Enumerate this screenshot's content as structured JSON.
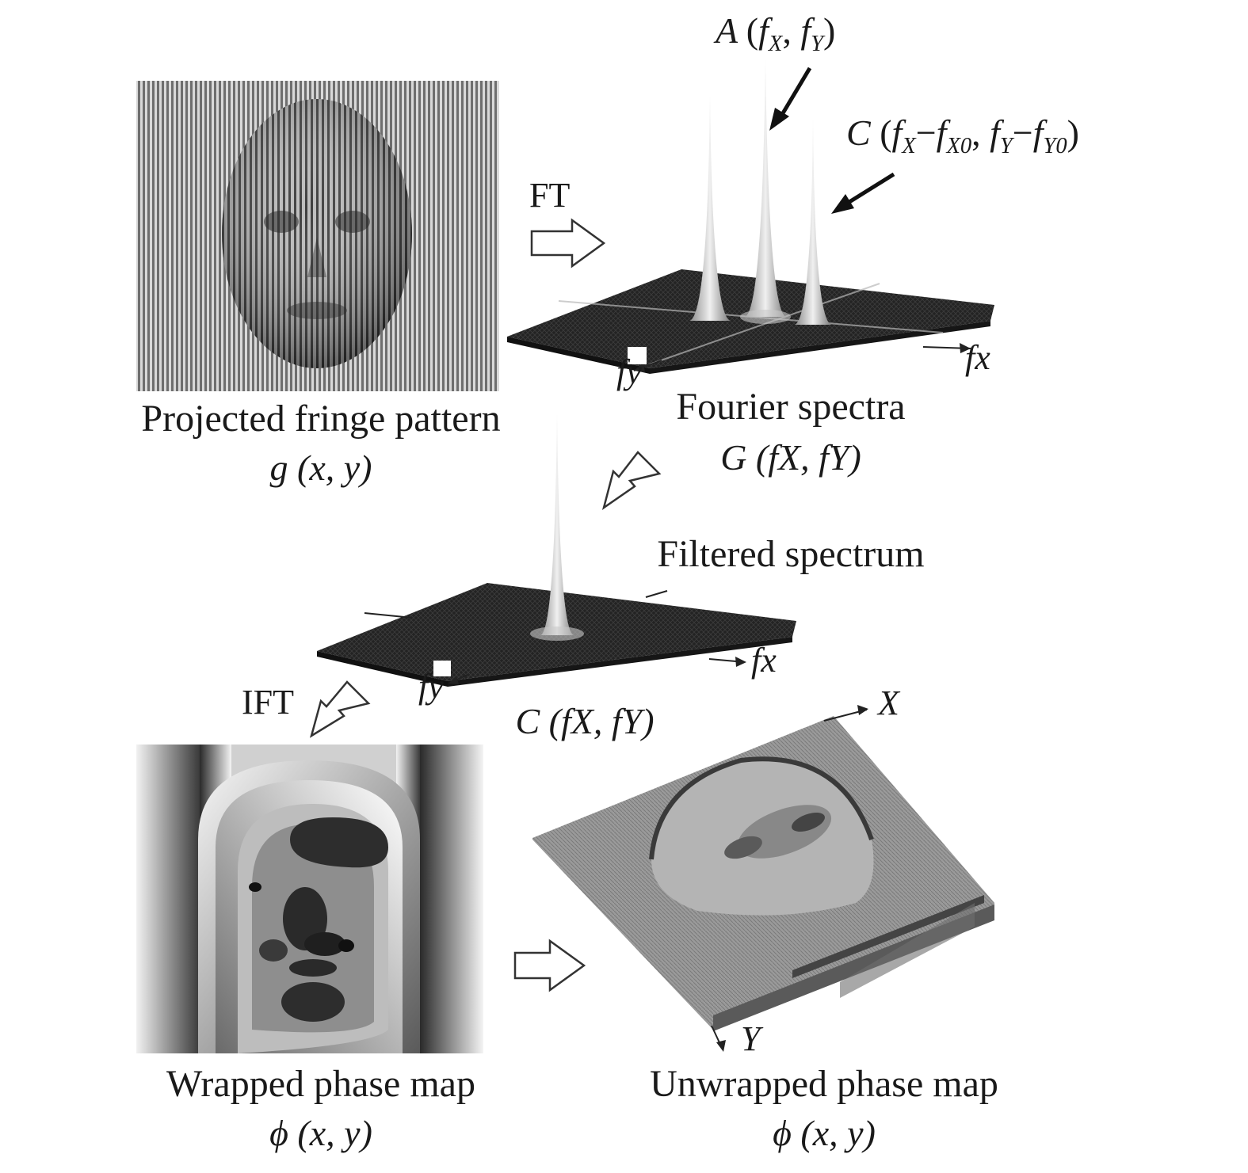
{
  "panels": {
    "fringe": {
      "caption": "Projected fringe pattern",
      "expr": "g (x, y)"
    },
    "spectra": {
      "caption": "Fourier spectra",
      "expr": "G (fX, fY)",
      "peak_a": {
        "letter": "A",
        "arg1": "f",
        "arg1_sub": "X",
        "arg2": "f",
        "arg2_sub": "Y"
      },
      "peak_c": {
        "letter": "C",
        "arg1": "f",
        "arg1_sub": "X",
        "arg1_minus": "f",
        "arg1_minus_sub": "X0",
        "arg2": "f",
        "arg2_sub": "Y",
        "arg2_minus": "f",
        "arg2_minus_sub": "Y0"
      },
      "axis_x": "fx",
      "axis_y": "fy"
    },
    "filtered": {
      "caption": "Filtered spectrum",
      "expr": "C (fX, fY)",
      "axis_x": "fx",
      "axis_y": "fy"
    },
    "wrapped": {
      "caption": "Wrapped phase map",
      "expr": "ϕ (x, y)"
    },
    "unwrapped": {
      "caption": "Unwrapped phase map",
      "expr": "ϕ (x, y)",
      "axis_x": "X",
      "axis_y": "Y"
    }
  },
  "arrows": {
    "ft": "FT",
    "ift": "IFT"
  }
}
